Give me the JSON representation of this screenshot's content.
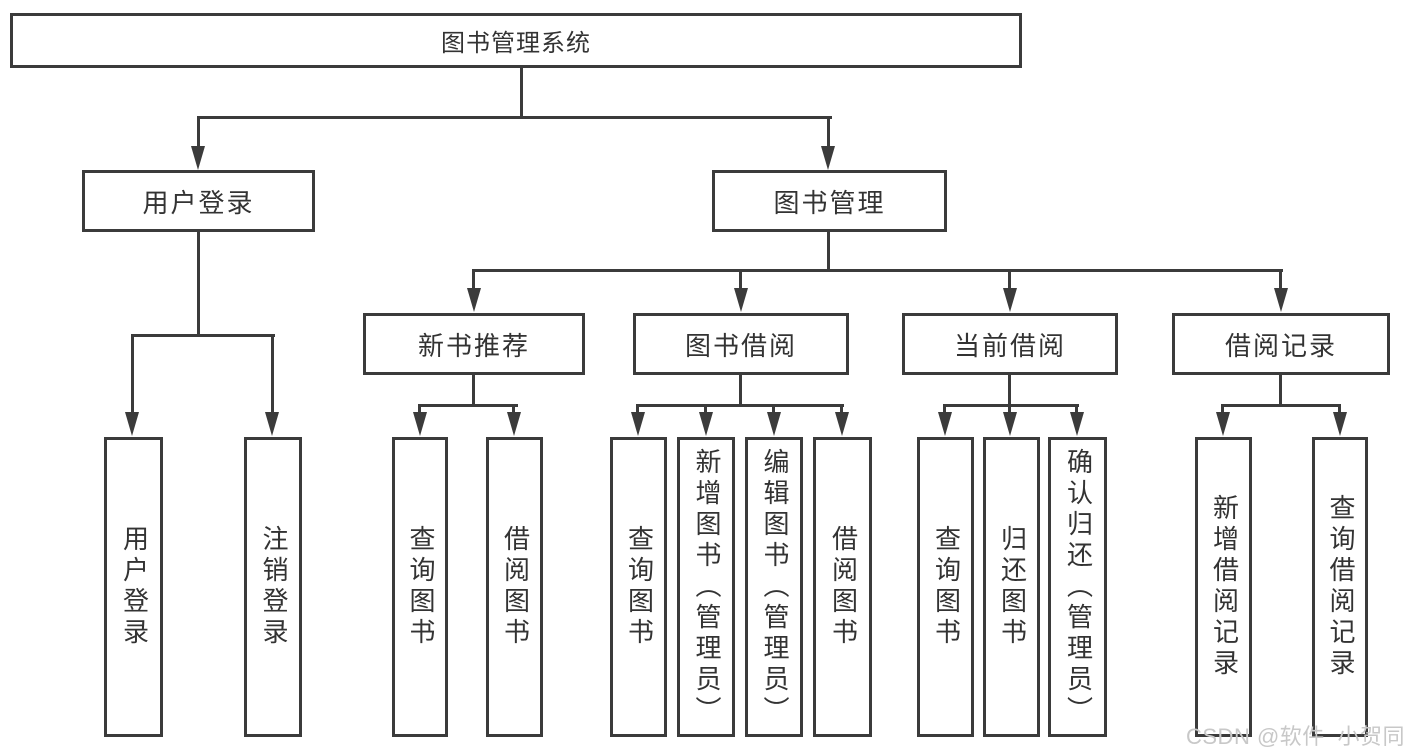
{
  "diagram": {
    "title": "图书管理系统",
    "level2": [
      {
        "label": "用户登录"
      },
      {
        "label": "图书管理"
      }
    ],
    "level3": [
      {
        "label": "新书推荐",
        "parent": "图书管理"
      },
      {
        "label": "图书借阅",
        "parent": "图书管理"
      },
      {
        "label": "当前借阅",
        "parent": "图书管理"
      },
      {
        "label": "借阅记录",
        "parent": "图书管理"
      }
    ],
    "leaves": [
      {
        "label": "用户登录",
        "parent": "用户登录"
      },
      {
        "label": "注销登录",
        "parent": "用户登录"
      },
      {
        "label": "查询图书",
        "parent": "新书推荐"
      },
      {
        "label": "借阅图书",
        "parent": "新书推荐"
      },
      {
        "label": "查询图书",
        "parent": "图书借阅"
      },
      {
        "label": "新增图书（管理员）",
        "parent": "图书借阅"
      },
      {
        "label": "编辑图书（管理员）",
        "parent": "图书借阅"
      },
      {
        "label": "借阅图书",
        "parent": "图书借阅"
      },
      {
        "label": "查询图书",
        "parent": "当前借阅"
      },
      {
        "label": "归还图书",
        "parent": "当前借阅"
      },
      {
        "label": "确认归还（管理员）",
        "parent": "当前借阅"
      },
      {
        "label": "新增借阅记录",
        "parent": "借阅记录"
      },
      {
        "label": "查询借阅记录",
        "parent": "借阅记录"
      }
    ]
  },
  "watermark": "CSDN @软件_小贺同学",
  "colors": {
    "line": "#3b3b3b",
    "text": "#333333",
    "watermark": "#c8c8c8",
    "bg": "#ffffff"
  }
}
